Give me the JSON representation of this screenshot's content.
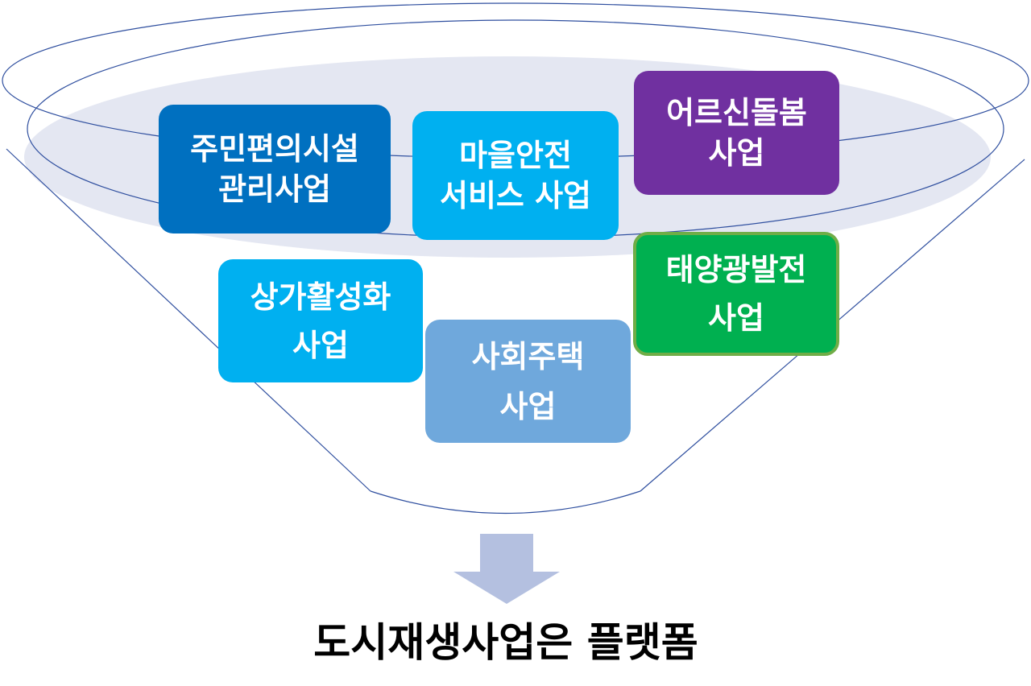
{
  "boxes": [
    {
      "line1": "주민편의시설",
      "line2": "관리사업",
      "color": "#0070C0"
    },
    {
      "line1": "마을안전",
      "line2": "서비스 사업",
      "color": "#00B0F0"
    },
    {
      "line1": "어르신돌봄",
      "line2": "사업",
      "color": "#7030A0"
    },
    {
      "line1": "태양광발전",
      "line2": "사업",
      "color": "#00B050"
    },
    {
      "line1": "상가활성화",
      "line2": "사업",
      "color": "#00B0F0"
    },
    {
      "line1": "사회주택",
      "line2": "사업",
      "color": "#6FA8DC"
    }
  ],
  "arrow_color": "#B4C0E0",
  "title": "도시재생사업은 플랫폼"
}
